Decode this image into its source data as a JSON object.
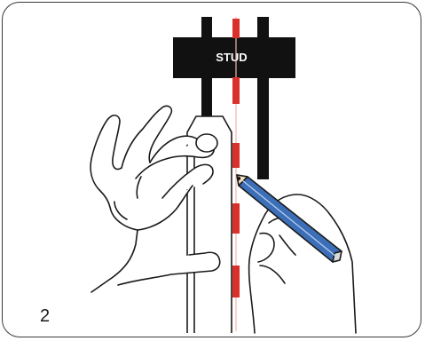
{
  "figure": {
    "stud_label": "STUD",
    "step_number": "2"
  },
  "colors": {
    "stud": "#111111",
    "center_line": "#d9302c",
    "pencil_body": "#3d6fb8",
    "outline": "#1a1a1a"
  },
  "icons": [
    "stud",
    "level-tool",
    "left-hand",
    "right-hand",
    "pencil",
    "center-line"
  ]
}
